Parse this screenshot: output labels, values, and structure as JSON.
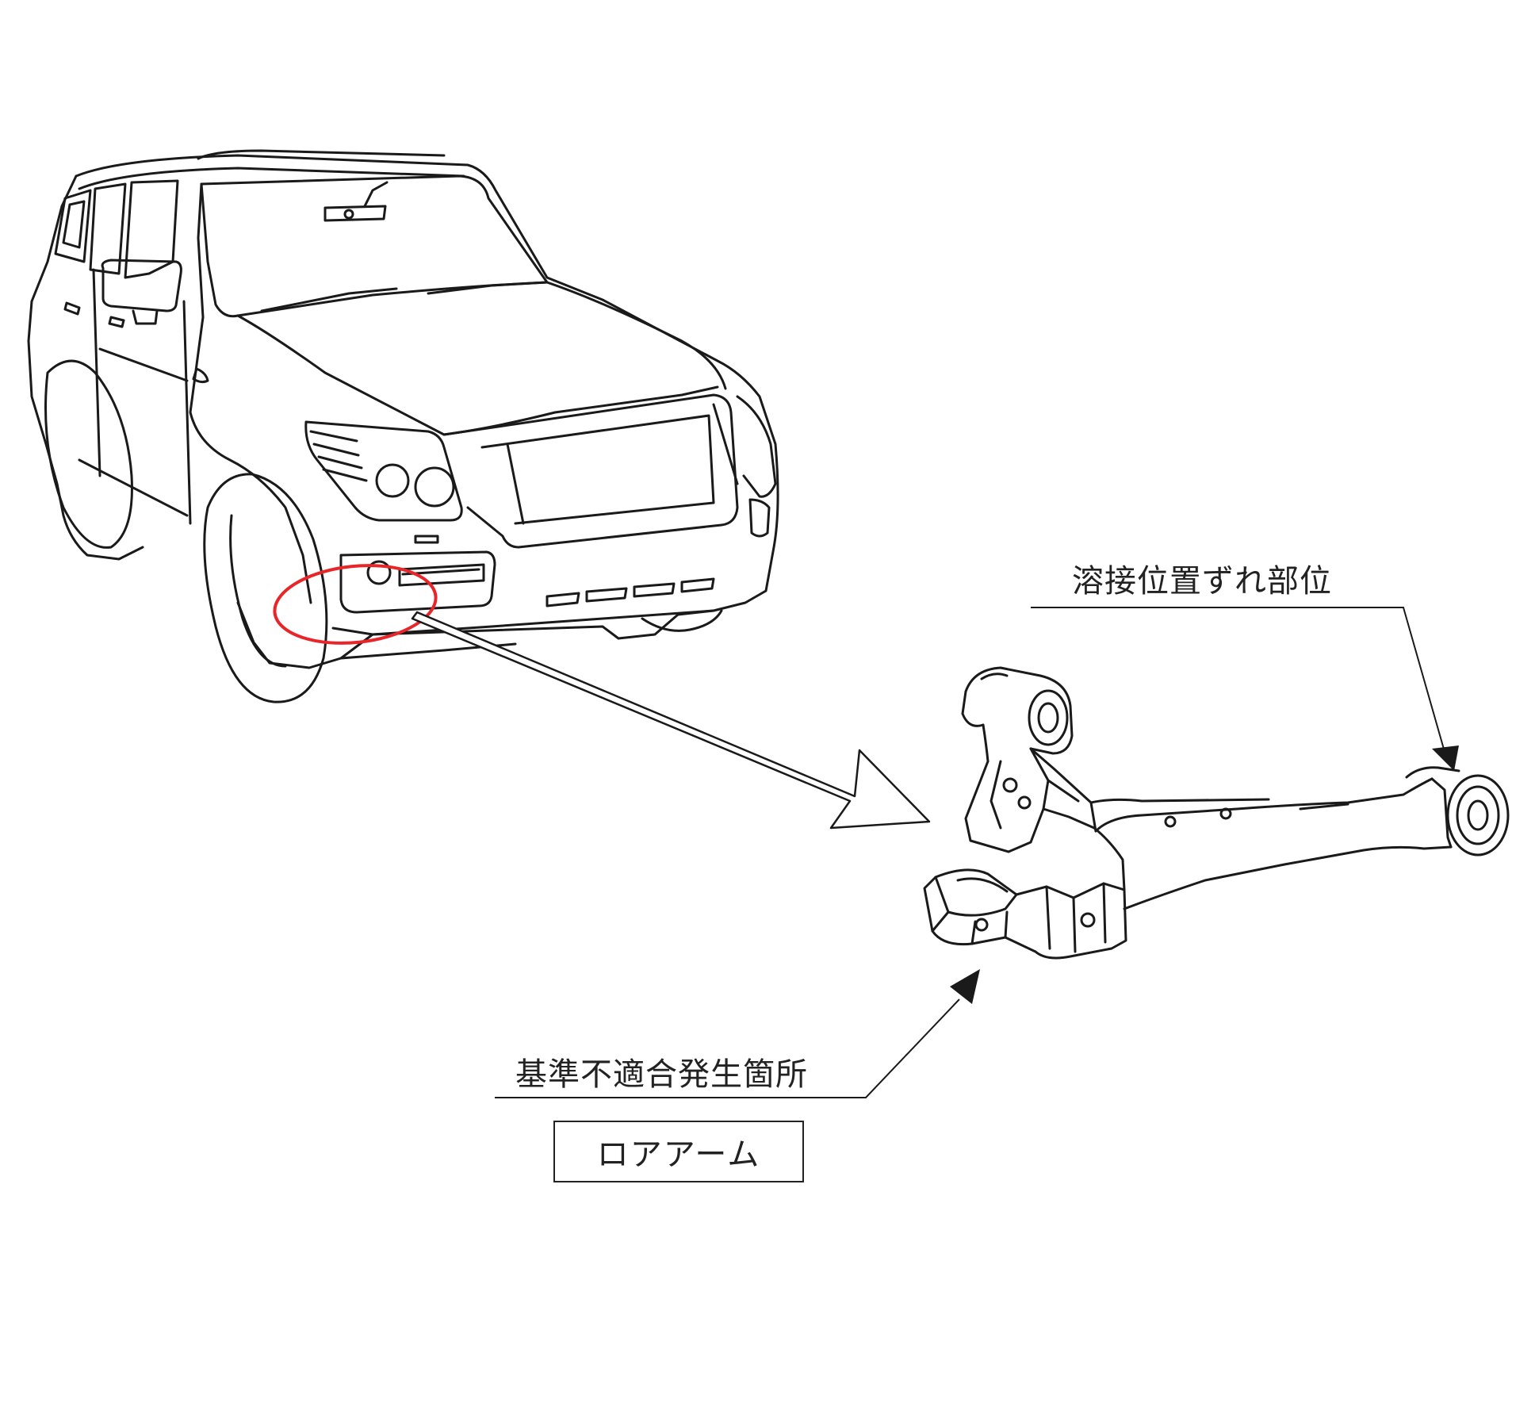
{
  "labels": {
    "weld_offset_location": "溶接位置ずれ部位",
    "nonconformity_location": "基準不適合発生箇所",
    "part_name": "ロアアーム"
  },
  "colors": {
    "highlight": "#e8262a",
    "line": "#1a1a1a"
  }
}
